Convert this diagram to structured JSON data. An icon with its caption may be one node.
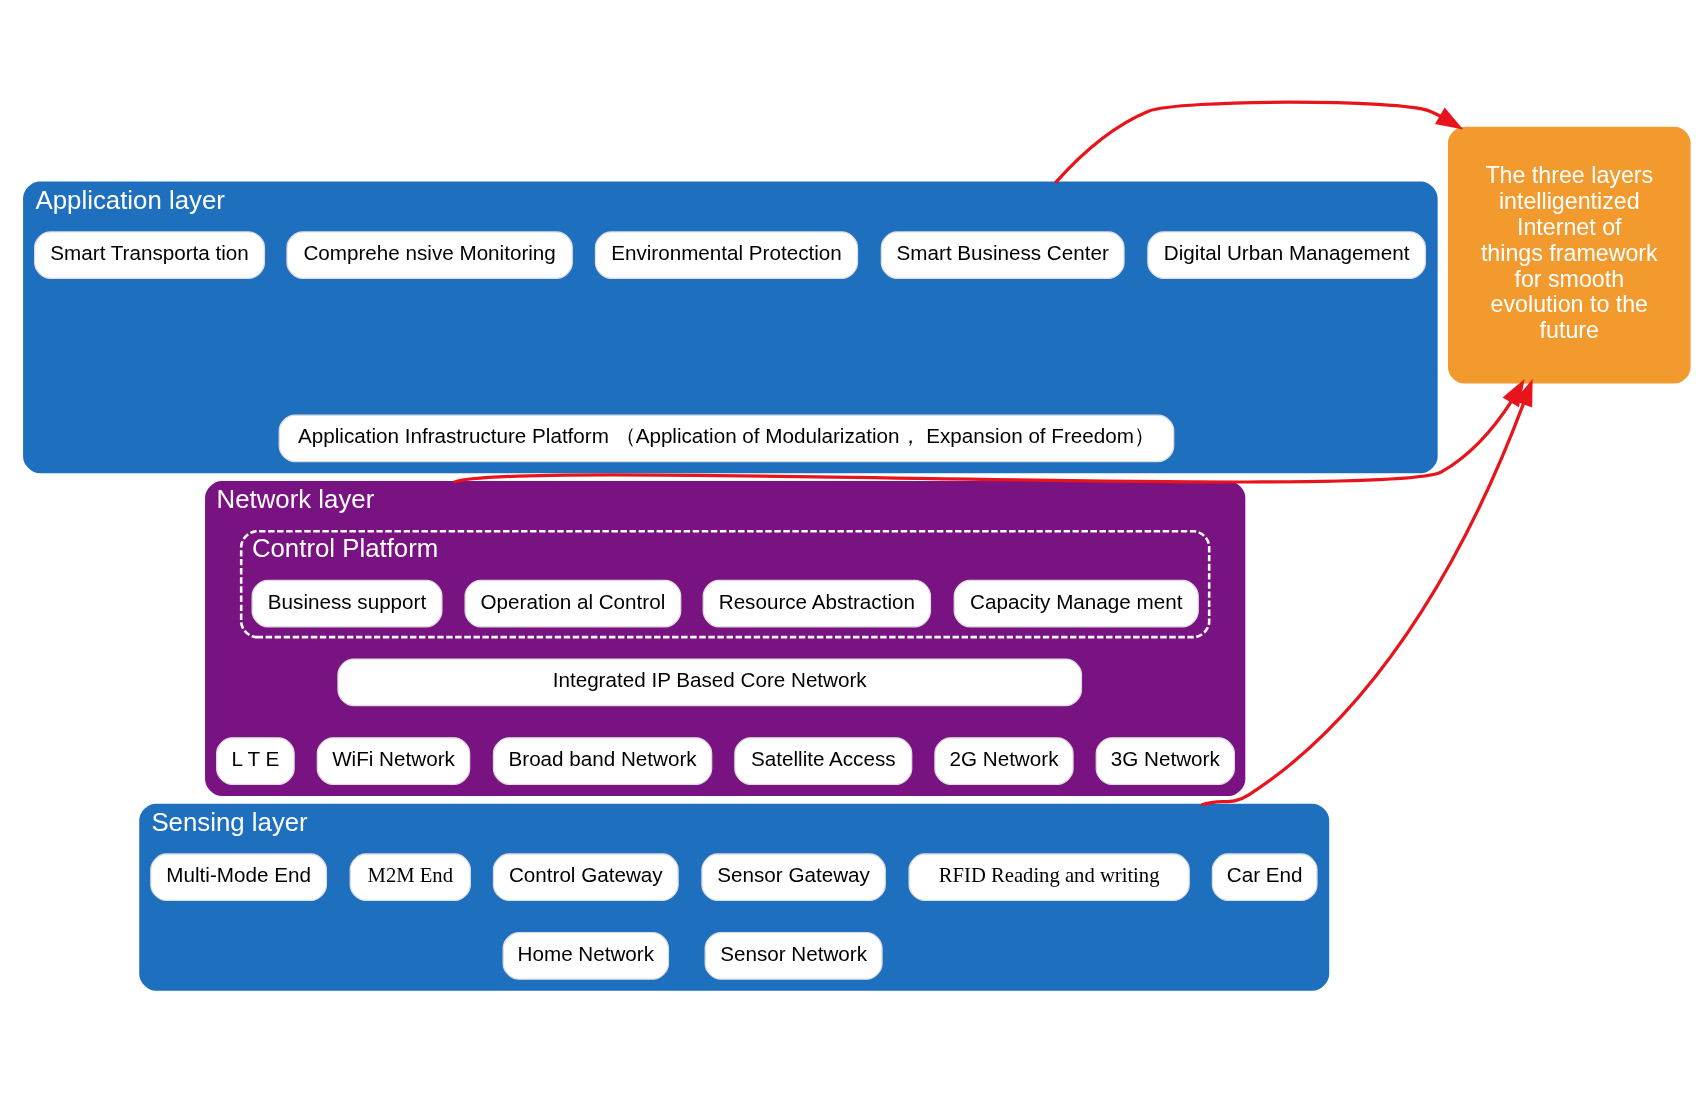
{
  "diagram": {
    "nodes": [
      {
        "text": [
          "Application layer"
        ]
      },
      {
        "text": [
          "Environmental Protection"
        ],
        "in": 0
      },
      {
        "text": [
          "Comprehe nsive Monitoring"
        ],
        "in": 0
      },
      {
        "text": [
          "Smart Transporta tion"
        ],
        "in": 0
      },
      {
        "text": [
          "Digital Urban Management"
        ],
        "in": 0
      },
      {
        "text": [
          "Smart Business Center"
        ],
        "in": 0
      },
      {
        "text": [
          "Application Infrastructure Platform （Application of Modularization， Expansion of Freedom）"
        ],
        "in": 0
      },
      {
        "text": [
          "Network layer"
        ]
      },
      {
        "text": [
          "Control Platform"
        ],
        "in": 7
      },
      {
        "text": [
          "Capacity Manage ment"
        ],
        "in": 8
      },
      {
        "text": [
          "Resource Abstraction"
        ],
        "in": 8
      },
      {
        "text": [
          "Operation al Control"
        ],
        "in": 8
      },
      {
        "text": [
          "Business support"
        ],
        "in": 8
      },
      {
        "text": [
          "Integrated IP Based Core Network"
        ],
        "in": 7
      },
      {
        "text": [
          "2G Network"
        ],
        "in": 7
      },
      {
        "text": [
          "3G Network"
        ],
        "in": 7
      },
      {
        "text": [
          "L T E"
        ],
        "in": 7
      },
      {
        "text": [
          "WiFi Network"
        ],
        "in": 7
      },
      {
        "text": [
          "Broad band Network"
        ],
        "in": 7
      },
      {
        "text": [
          "Satellite Access"
        ],
        "in": 7
      },
      {
        "text": [
          "Sensing layer"
        ]
      },
      {
        "text": [
          "Sensor Gateway"
        ],
        "in": 20
      },
      {
        "text": [
          "Sensor Network"
        ],
        "in": 20
      },
      {
        "text": [
          "Control Gateway"
        ],
        "in": 20
      },
      {
        "text": [
          "Home Network"
        ],
        "in": 20
      },
      {
        "text": [
          "M2M End"
        ],
        "in": 20
      },
      {
        "text": [
          "Multi-Mode End"
        ],
        "in": 20
      },
      {
        "text": [
          "Car End"
        ],
        "in": 20
      },
      {
        "text": [
          "RFID Reading and writing"
        ],
        "in": 20
      },
      {
        "text": [
          "The three layers intelligentized Internet of things framework for smooth evolution to the future"
        ]
      }
    ],
    "edges": [
      {
        "from": 0,
        "to": 29,
        "arrow": "to"
      },
      {
        "from": 7,
        "to": 29,
        "arrow": "to"
      },
      {
        "from": 20,
        "to": 29,
        "arrow": "to"
      }
    ]
  }
}
